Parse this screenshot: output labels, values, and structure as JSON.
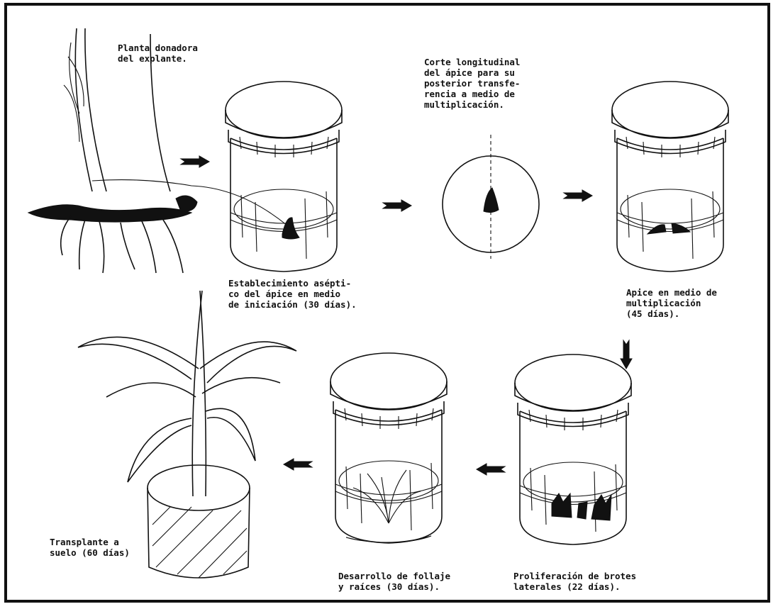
{
  "labels": {
    "donor": "Planta donadora\ndel explante.",
    "cut": "Corte longitudinal\ndel ápice para su\nposterior transfe-\nrencia a medio de\nmultiplicación.",
    "establish": "Establecimiento asépti-\nco del ápice en medio\nde iniciación (30 días).",
    "apex_multiplication": "Apice en medio de\nmultiplicación\n(45 días).",
    "proliferation": "Proliferación de brotes\nlaterales (22 días).",
    "development": "Desarrollo de follaje\ny raíces (30 días).",
    "transplant": "Transplante a\nsuelo (60 días)"
  },
  "icons": [
    "donor-plant-icon",
    "jar-icon",
    "apex-section-icon",
    "arrow-icon",
    "potted-plant-icon"
  ]
}
